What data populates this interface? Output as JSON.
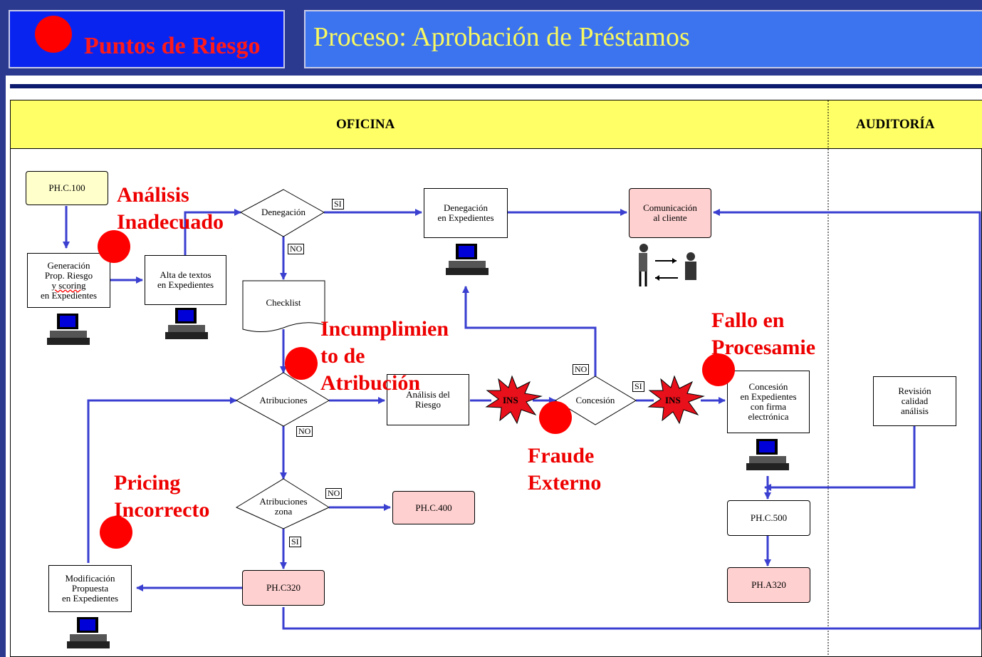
{
  "legend": {
    "label": "Puntos de Riesgo"
  },
  "title": "Proceso: Aprobación de Préstamos",
  "lanes": {
    "oficina": "OFICINA",
    "auditoria": "AUDITORÍA"
  },
  "nodes": {
    "phc100": "PH.C.100",
    "generacion": [
      "Generación",
      "Prop. Riesgo",
      "y scoring",
      "en Expedientes"
    ],
    "alta": [
      "Alta de textos",
      "en Expedientes"
    ],
    "denegacion_decision": "Denegación",
    "checklist": "Checklist",
    "denegacion_exp": [
      "Denegación",
      "en Expedientes"
    ],
    "comunicacion": [
      "Comunicación",
      "al cliente"
    ],
    "atribuciones": "Atribuciones",
    "analisis": [
      "Análisis del",
      "Riesgo"
    ],
    "concesion_decision": "Concesión",
    "concesion_exp": [
      "Concesión",
      "en Expedientes",
      "con firma",
      "electrónica"
    ],
    "revision": [
      "Revisión",
      "calidad",
      "análisis"
    ],
    "atribuciones_zona": [
      "Atribuciones",
      "zona"
    ],
    "phc400": "PH.C.400",
    "phc320": "PH.C320",
    "modificacion": [
      "Modificación",
      "Propuesta",
      "en Expedientes"
    ],
    "phc500": "PH.C.500",
    "pha320": "PH.A320"
  },
  "edge_labels": {
    "si1": "SI",
    "no1": "NO",
    "no2": "NO",
    "no3": "NO",
    "si2": "SI",
    "no4": "NO",
    "si3": "SI"
  },
  "ins": "INS",
  "risks": {
    "analisis": [
      "Análisis",
      "Inadecuado"
    ],
    "incumplimiento": [
      "Incumplimien",
      "to de",
      "Atribución"
    ],
    "fallo": [
      "Fallo en",
      "Procesamie"
    ],
    "fraude": [
      "Fraude",
      "Externo"
    ],
    "pricing": [
      "Pricing",
      "Incorrecto"
    ]
  },
  "colors": {
    "risk": "#ff0000",
    "arrow": "#3a3fd0",
    "lane_header": "#ffff66",
    "title_text": "#f8f860",
    "title_bg": "#3c74f0",
    "legend_bg": "#0a24f0"
  }
}
